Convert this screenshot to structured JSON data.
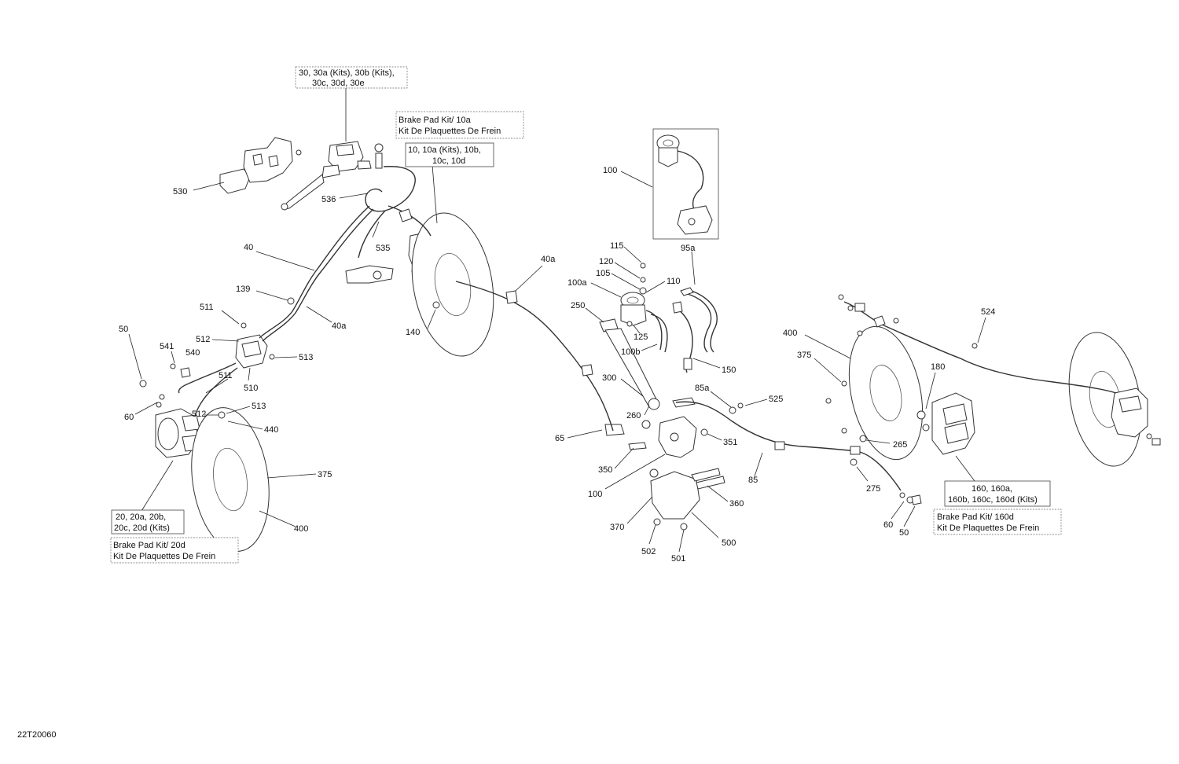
{
  "diagram_id": "22T20060",
  "callouts": {
    "c530": "530",
    "c536": "536",
    "c535": "535",
    "c40": "40",
    "c139": "139",
    "c40a_left": "40a",
    "c40a_top": "40a",
    "c140": "140",
    "c511a": "511",
    "c512a": "512",
    "c513a": "513",
    "c50_left": "50",
    "c541": "541",
    "c540": "540",
    "c511b": "511",
    "c510": "510",
    "c60_left": "60",
    "c512b": "512",
    "c513b": "513",
    "c440": "440",
    "c375_left": "375",
    "c400_left": "400",
    "c100_top": "100",
    "c95a": "95a",
    "c115": "115",
    "c120": "120",
    "c105": "105",
    "c110": "110",
    "c100a": "100a",
    "c250": "250",
    "c125": "125",
    "c100b": "100b",
    "c150": "150",
    "c300": "300",
    "c260": "260",
    "c65": "65",
    "c350": "350",
    "c100_bottom": "100",
    "c351": "351",
    "c85a": "85a",
    "c525": "525",
    "c85": "85",
    "c360": "360",
    "c370": "370",
    "c502": "502",
    "c501": "501",
    "c500": "500",
    "c400_right": "400",
    "c375_right": "375",
    "c265": "265",
    "c275": "275",
    "c60_right": "60",
    "c50_right": "50",
    "c180": "180",
    "c524": "524"
  },
  "boxes": {
    "kit30_line1": "30, 30a (Kits), 30b (Kits),",
    "kit30_line2": "30c, 30d, 30e",
    "pad10a_line1": "Brake Pad Kit/ 10a",
    "pad10a_line2": "Kit De Plaquettes De Frein",
    "kit10_line1": "10, 10a (Kits), 10b,",
    "kit10_line2": "10c, 10d",
    "kit20_line1": "20, 20a, 20b,",
    "kit20_line2": "20c, 20d (Kits)",
    "pad20d_line1": "Brake Pad Kit/ 20d",
    "pad20d_line2": "Kit De Plaquettes De Frein",
    "kit160_line1": "160, 160a,",
    "kit160_line2": "160b, 160c, 160d (Kits)",
    "pad160d_line1": "Brake Pad Kit/ 160d",
    "pad160d_line2": "Kit De Plaquettes De Frein"
  }
}
